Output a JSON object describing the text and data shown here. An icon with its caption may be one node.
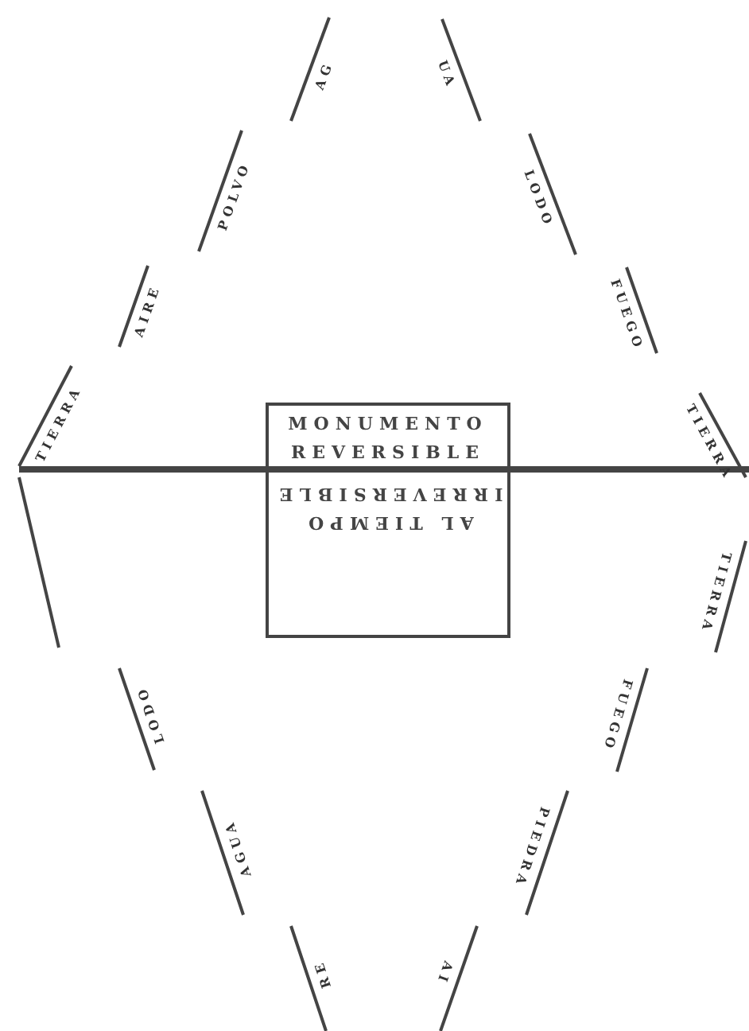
{
  "diagram": {
    "nodes": [
      {
        "text": [
          "MONUMENTO REVERSIBLE",
          "AL TIEMPO IRREVERSIBLE"
        ]
      }
    ],
    "labels": [
      "TIERRA",
      "AIRE",
      "POLVO",
      "AG",
      "UA",
      "LODO",
      "FUEGO",
      "TIERRA",
      "TIERRA",
      "FUEGO",
      "PIEDRA",
      "AI",
      "RE",
      "AGUA",
      "LODO"
    ]
  }
}
